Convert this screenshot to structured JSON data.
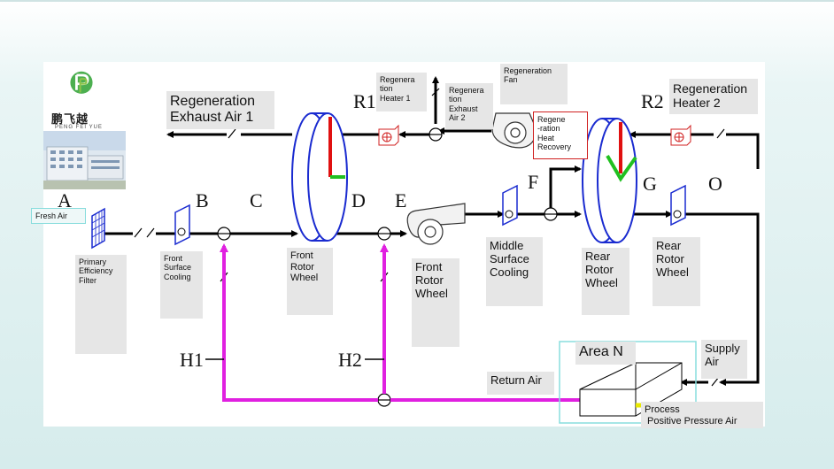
{
  "logo": {
    "name_cn": "鹏飞越",
    "name_en": "PENG FEI YUE"
  },
  "labels": {
    "regen_exhaust": "Regeneration\nExhaust Air 1",
    "regen_heater1": "Regenera\ntion\nHeater 1",
    "regen_exhaust2": "Regenera\ntion\nExhaust\nAir 2",
    "regen_fan": "Regeneration\nFan",
    "heat_recovery": "Regene\n-ration\nHeat\nRecovery",
    "regen_heater2": "Regeneration\nHeater 2",
    "fresh_air": "Fresh Air",
    "primary_filter": "Primary\nEfficiency\nFilter",
    "front_surface_cooling": "Front\nSurface\nCooling",
    "front_rotor_wheel_1": "Front\nRotor\nWheel",
    "front_rotor_wheel_2": "Front\nRotor\nWheel",
    "middle_surface_cooling": "Middle\nSurface\nCooling",
    "rear_rotor_wheel_1": "Rear\nRotor\nWheel",
    "rear_rotor_wheel_2": "Rear\nRotor\nWheel",
    "supply_air": "Supply\nAir",
    "area_n": "Area N",
    "return_air": "Return Air",
    "process_air": "Process\n Positive Pressure Air"
  },
  "letters": {
    "A": "A",
    "B": "B",
    "C": "C",
    "D": "D",
    "E": "E",
    "F": "F",
    "G": "G",
    "O": "O",
    "R1": "R1",
    "R2": "R2",
    "H1": "H1",
    "H2": "H2"
  },
  "colors": {
    "duct": "#000000",
    "return_duct": "#e020e0",
    "wheel_zone_red": "#e01010",
    "wheel_zone_green": "#20c020",
    "heater_red": "#d02020",
    "area_border": "#88dddd",
    "process_yellow": "#e8e800",
    "logo_green": "#4caf50"
  }
}
